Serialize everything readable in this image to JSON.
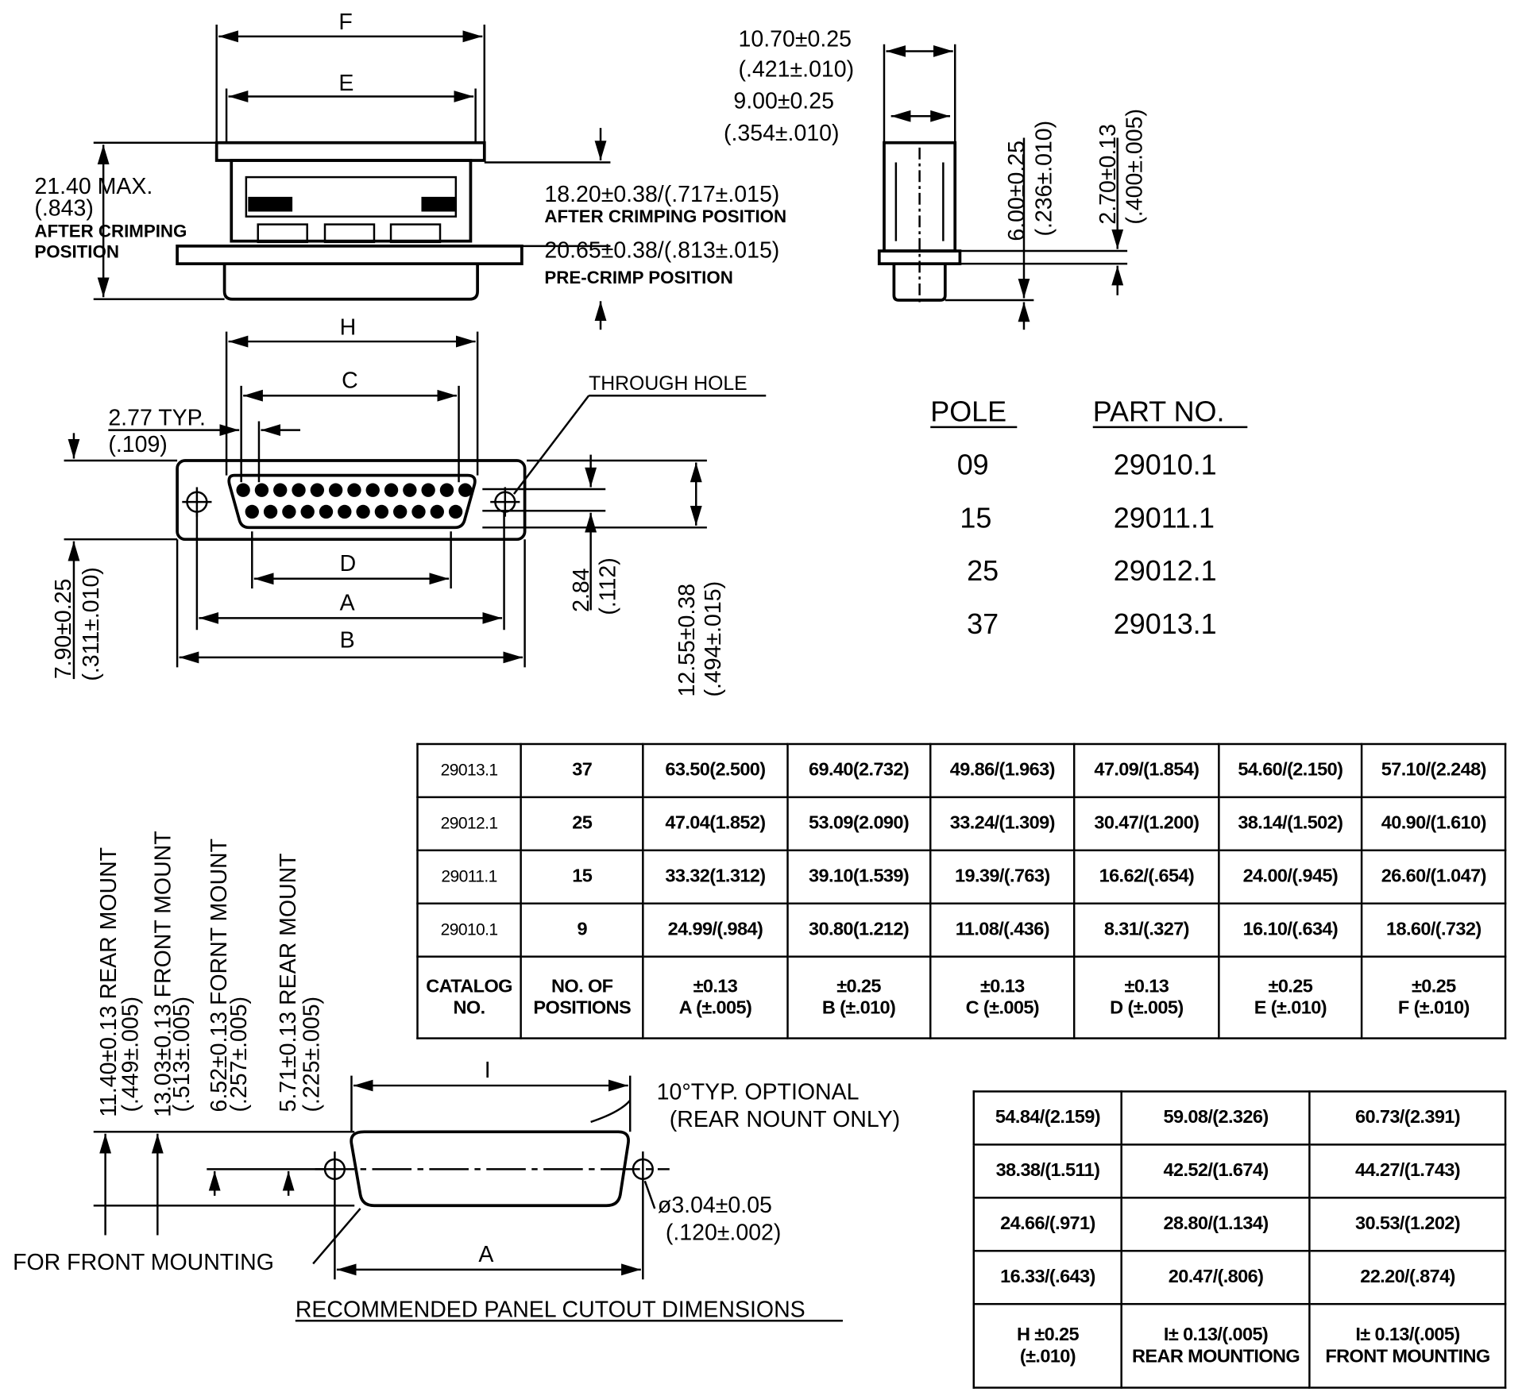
{
  "top_left_view": {
    "dim_f": "F",
    "dim_e": "E",
    "max_height": "21.40  MAX.",
    "max_height_in": "(.843)",
    "max_note_1": "AFTER  CRIMPING",
    "max_note_2": "POSITION",
    "after_crimp": "18.20±0.38/(.717±.015)",
    "after_crimp_note": "AFTER  CRIMPING  POSITION",
    "pre_crimp": "20.65±0.38/(.813±.015)",
    "pre_crimp_note": "PRE-CRIMP  POSITION"
  },
  "side_view": {
    "w1": "10.70±0.25",
    "w1_in": "(.421±.010)",
    "w2": "9.00±0.25",
    "w2_in": "(.354±.010)",
    "h1": "6.00±0.25",
    "h1_in": "(.236±.010)",
    "h2": "2.70±0.13",
    "h2_in": "(.400±.005)"
  },
  "front_view": {
    "dim_h": "H",
    "dim_c": "C",
    "pitch": "2.77 TYP.",
    "pitch_in": "(.109)",
    "through_hole": "THROUGH HOLE",
    "dim_d": "D",
    "dim_a": "A",
    "dim_b": "B",
    "flange_h": "7.90±0.25",
    "flange_h_in": "(.311±.010)",
    "row_pitch": "2.84",
    "row_pitch_in": "(.112)",
    "total_h": "12.55±0.38",
    "total_h_in": "(.494±.015)"
  },
  "pole_table": {
    "header_pole": "POLE",
    "header_part": "PART NO.",
    "rows": [
      {
        "pole": "09",
        "part": "29010.1"
      },
      {
        "pole": "15",
        "part": "29011.1"
      },
      {
        "pole": "25",
        "part": "29012.1"
      },
      {
        "pole": "37",
        "part": "29013.1"
      }
    ]
  },
  "dimension_table": {
    "rows": [
      [
        "29013.1",
        "37",
        "63.50(2.500)",
        "69.40(2.732)",
        "49.86/(1.963)",
        "47.09/(1.854)",
        "54.60/(2.150)",
        "57.10/(2.248)"
      ],
      [
        "29012.1",
        "25",
        "47.04(1.852)",
        "53.09(2.090)",
        "33.24/(1.309)",
        "30.47/(1.200)",
        "38.14/(1.502)",
        "40.90/(1.610)"
      ],
      [
        "29011.1",
        "15",
        "33.32(1.312)",
        "39.10(1.539)",
        "19.39/(.763)",
        "16.62/(.654)",
        "24.00/(.945)",
        "26.60/(1.047)"
      ],
      [
        "29010.1",
        "9",
        "24.99/(.984)",
        "30.80(1.212)",
        "11.08/(.436)",
        "8.31/(.327)",
        "16.10/(.634)",
        "18.60/(.732)"
      ]
    ],
    "header": [
      [
        "CATALOG",
        "NO."
      ],
      [
        "NO.  OF",
        "POSITIONS"
      ],
      [
        "±0.13",
        "A (±.005)"
      ],
      [
        "±0.25",
        "B (±.010)"
      ],
      [
        "±0.13",
        "C (±.005)"
      ],
      [
        "±0.13",
        "D (±.005)"
      ],
      [
        "±0.25",
        "E  (±.010)"
      ],
      [
        "±0.25",
        "F (±.010)"
      ]
    ]
  },
  "cutout_table": {
    "rows": [
      [
        "54.84/(2.159)",
        "59.08/(2.326)",
        "60.73/(2.391)"
      ],
      [
        "38.38/(1.511)",
        "42.52/(1.674)",
        "44.27/(1.743)"
      ],
      [
        "24.66/(.971)",
        "28.80/(1.134)",
        "30.53/(1.202)"
      ],
      [
        "16.33/(.643)",
        "20.47/(.806)",
        "22.20/(.874)"
      ]
    ],
    "header": [
      [
        "H  ±0.25",
        "(±.010)"
      ],
      [
        "I± 0.13/(.005)",
        "REAR MOUNTIONG"
      ],
      [
        "I± 0.13/(.005)",
        "FRONT MOUNTING"
      ]
    ]
  },
  "cutout_view": {
    "v1": "11.40±0.13 REAR MOUNT",
    "v1_in": "(.449±.005)",
    "v2": "13.03±0.13 FRONT MOUNT",
    "v2_in": "(.513±.005)",
    "v3": "6.52±0.13 FORNT MOUNT",
    "v3_in": "(.257±.005)",
    "v4": "5.71±0.13 REAR MOUNT",
    "v4_in": "(.225±.005)",
    "dim_i": "I",
    "angle_note": "10°TYP.  OPTIONAL",
    "angle_note_2": "(REAR  NOUNT  ONLY)",
    "hole_dia": "ø3.04±0.05",
    "hole_dia_in": "(.120±.002)",
    "front_mount_note": "FOR  FRONT  MOUNTING",
    "dim_a": "A",
    "title": "RECOMMENDED  PANEL  CUTOUT  DIMENSIONS"
  }
}
